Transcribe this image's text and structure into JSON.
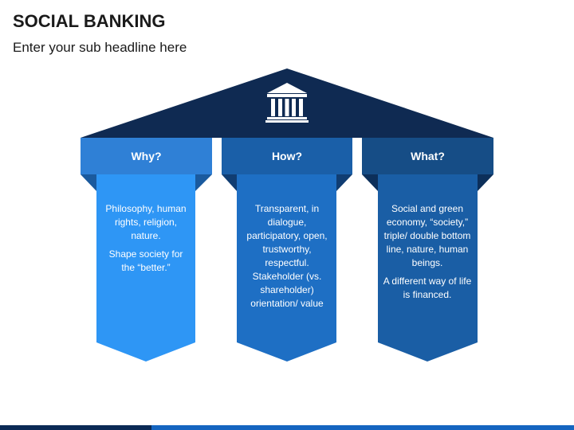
{
  "slide": {
    "title": "SOCIAL BANKING",
    "subtitle": "Enter your sub headline here"
  },
  "icon": "bank-building-icon",
  "colors": {
    "roof": "#0f2a52",
    "why_head": "#2f80d6",
    "why_body": "#2e96f5",
    "how_head": "#1a5fa8",
    "how_body": "#1e6fc4",
    "what_head": "#164d86",
    "what_body": "#1a5ea5"
  },
  "columns": [
    {
      "heading": "Why?",
      "paragraphs": [
        "Philosophy, human rights, religion, nature.",
        "Shape society for the “better.”"
      ]
    },
    {
      "heading": "How?",
      "paragraphs": [
        "Transparent, in dialogue, participatory, open, trustworthy, respectful. Stakeholder (vs. shareholder) orientation/ value"
      ]
    },
    {
      "heading": "What?",
      "paragraphs": [
        "Social and green economy, “society,” triple/ double bottom line, nature, human beings.",
        "A different way of life is financed."
      ]
    }
  ]
}
